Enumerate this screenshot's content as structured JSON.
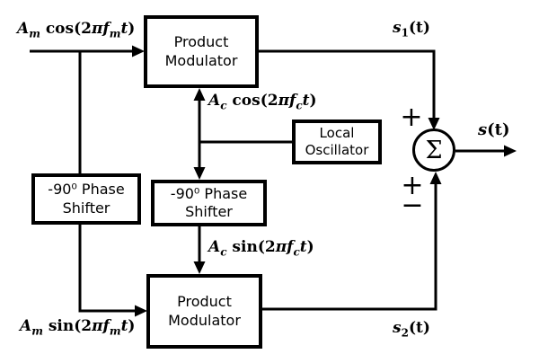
{
  "blocks": {
    "product_modulator_top": "Product\nModulator",
    "local_oscillator": "Local\nOscillator",
    "phase_shifter_left": "-90⁰ Phase\nShifter",
    "phase_shifter_mid": "-90⁰ Phase\nShifter",
    "product_modulator_bottom": "Product\nModulator"
  },
  "summer": {
    "symbol": "Σ",
    "sign_top": "+",
    "sign_bottom_plus": "+",
    "sign_bottom_minus": "−"
  },
  "signals": {
    "input_top": {
      "v1": "A",
      "s1": "m",
      "f1": " cos(2",
      "v2": "πf",
      "s2": "m",
      "v3": "t",
      "f2": ")"
    },
    "carrier_cos": {
      "v1": "A",
      "s1": "c",
      "f1": " cos(2",
      "v2": "πf",
      "s2": "c",
      "v3": "t",
      "f2": ")"
    },
    "carrier_sin": {
      "v1": "A",
      "s1": "c",
      "f1": " sin(2",
      "v2": "πf",
      "s2": "c",
      "v3": "t",
      "f2": ")"
    },
    "input_bottom": {
      "v1": "A",
      "s1": "m",
      "f1": " sin(2",
      "v2": "πf",
      "s2": "m",
      "v3": "t",
      "f2": ")"
    },
    "s1": {
      "v": "s",
      "sub": "1",
      "rest": "(t)"
    },
    "s2": {
      "v": "s",
      "sub": "2",
      "rest": "(t)"
    },
    "s_out": {
      "v": "s",
      "rest": "(t)"
    }
  },
  "colors": {
    "line": "#000000",
    "background": "#ffffff"
  }
}
